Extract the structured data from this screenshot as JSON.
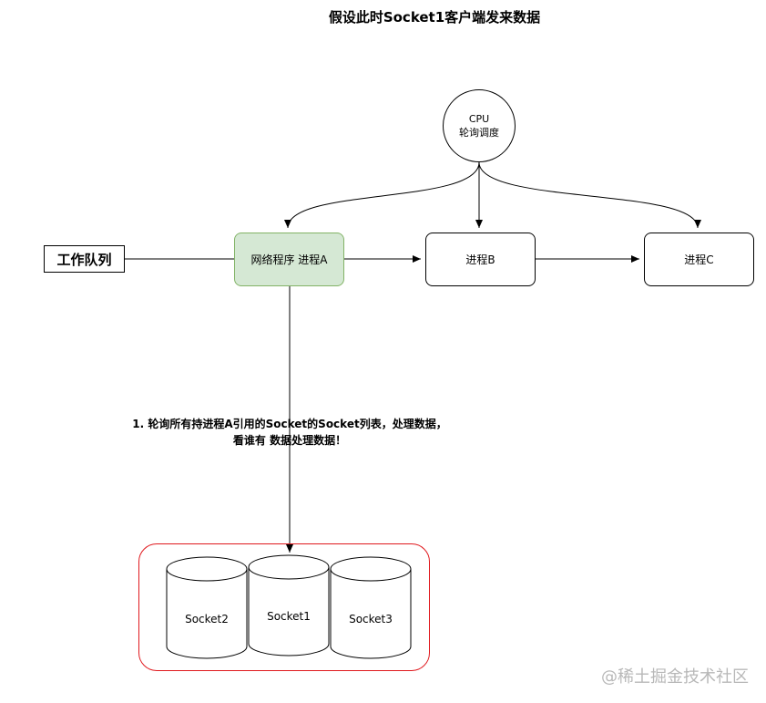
{
  "title": "假设此时Socket1客户端发来数据",
  "cpu": {
    "line1": "CPU",
    "line2": "轮询调度"
  },
  "work_queue": "工作队列",
  "processes": {
    "a": "网络程序  进程A",
    "b": "进程B",
    "c": "进程C"
  },
  "annotation": {
    "line1": "1. 轮询所有持进程A引用的Socket的Socket列表，处理数据，",
    "line2": "看谁有 数据处理数据！"
  },
  "sockets": {
    "left": "Socket2",
    "middle": "Socket1",
    "right": "Socket3"
  },
  "watermark": "@稀土掘金技术社区",
  "colors": {
    "process_a_fill": "#d5e8d4",
    "process_a_stroke": "#82b366",
    "socket_group_border": "#e0191e"
  }
}
